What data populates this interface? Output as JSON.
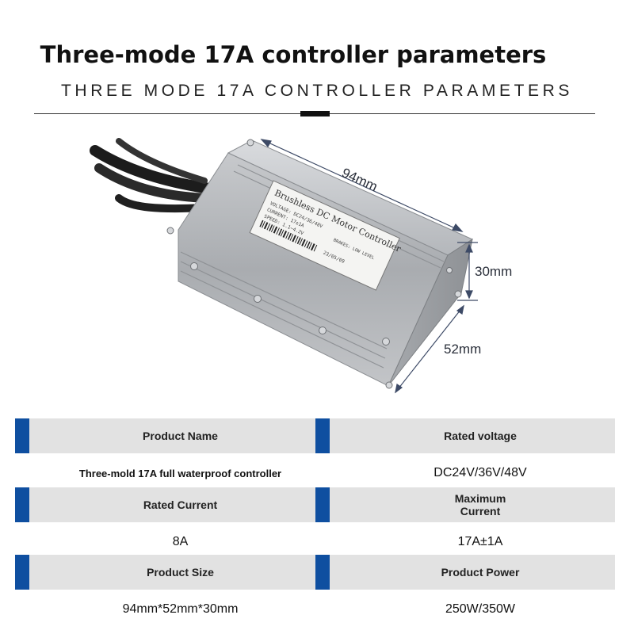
{
  "header": {
    "title": "Three-mode 17A controller parameters",
    "subtitle": "THREE MODE 17A CONTROLLER PARAMETERS"
  },
  "image": {
    "label_lines": [
      "Brushless DC Motor Controller",
      "VOLTAGE: DC24/36/48V",
      "CURRENT: 17±1A",
      "BRAKES: LOW LEVEL",
      "SPEED: 1.1~4.2V",
      "23/05/09"
    ],
    "dimensions": {
      "length": "94mm",
      "height": "30mm",
      "width": "52mm"
    }
  },
  "specs": [
    {
      "header_left": "Product Name",
      "header_right": "Rated voltage",
      "value_left": "Three-mold 17A full waterproof controller",
      "value_right": "DC24V/36V/48V"
    },
    {
      "header_left": "Rated Current",
      "header_right": "Maximum\nCurrent",
      "value_left": "8A",
      "value_right": "17A±1A"
    },
    {
      "header_left": "Product Size",
      "header_right": "Product Power",
      "value_left": "94mm*52mm*30mm",
      "value_right": "250W/350W"
    }
  ],
  "colors": {
    "accent_bar": "#0f4fa0",
    "header_bg": "#e2e2e2",
    "housing": "#b9bcc0"
  }
}
